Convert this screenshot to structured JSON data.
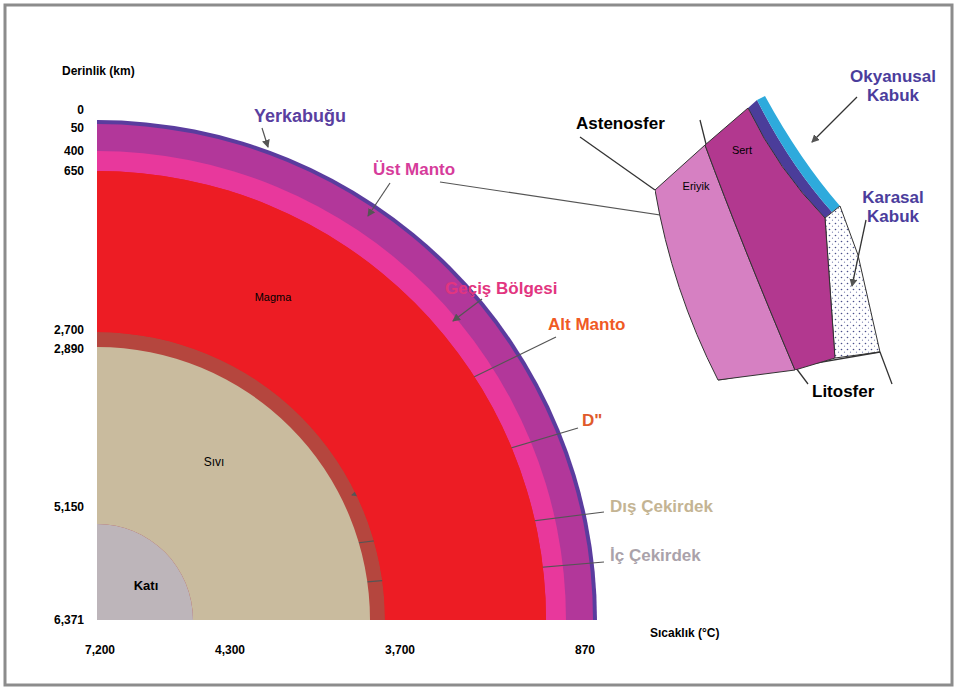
{
  "diagram": {
    "nodes": [
      {
        "text": [
          "Magma"
        ]
      },
      {
        "text": [
          "Sıvı"
        ]
      },
      {
        "text": [
          "Katı"
        ]
      },
      {
        "text": [
          "Eriyik"
        ]
      },
      {
        "text": [
          "Sert"
        ]
      }
    ],
    "labels": [
      "Derinlik (km)",
      "0",
      "50",
      "400",
      "650",
      "2,700",
      "2,890",
      "5,150",
      "6,371",
      "Yerkabuğu",
      "Üst Manto",
      "Geçiş Bölgesi",
      "Alt Manto",
      "D\"",
      "Dış Çekirdek",
      "İç Çekirdek",
      "Sıcaklık (°C)",
      "7,200",
      "4,300",
      "3,700",
      "870",
      "Astenosfer",
      "Okyanusal Kabuk",
      "Karasal Kabuk",
      "Litosfer"
    ]
  }
}
